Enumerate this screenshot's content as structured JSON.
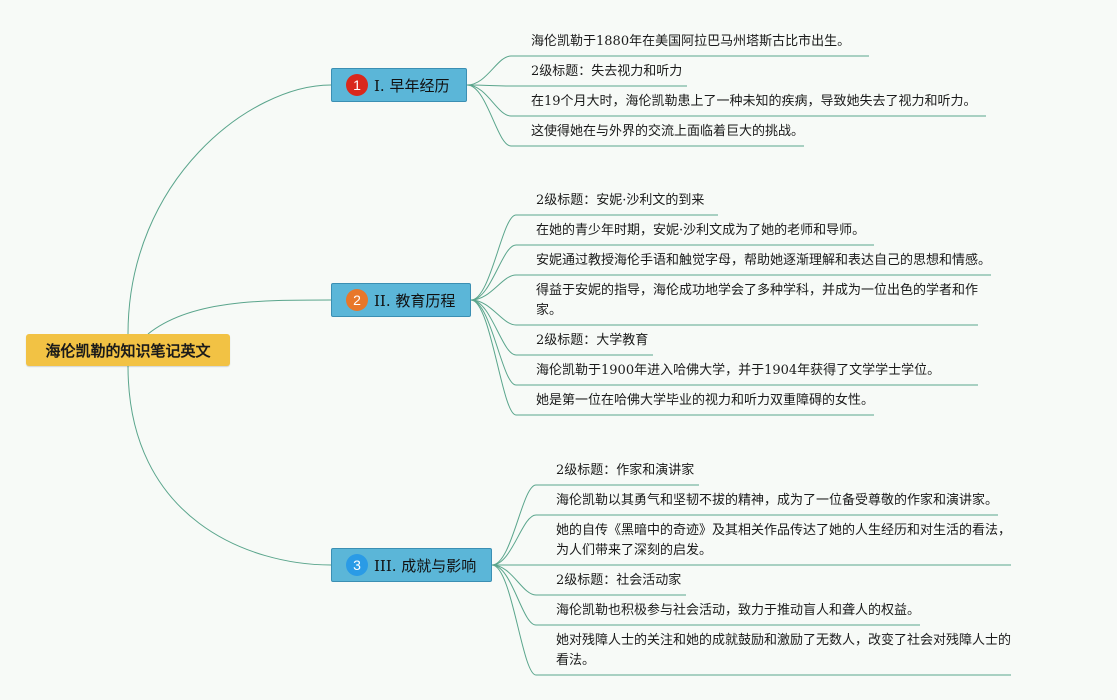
{
  "root": {
    "title": "海伦凯勒的知识笔记英文",
    "color": "#f2c244"
  },
  "line_color": "#5aa58c",
  "branches": [
    {
      "badge": "1",
      "badge_color": "#d9281c",
      "label": "I. 早年经历",
      "leaves": [
        "海伦凯勒于1880年在美国阿拉巴马州塔斯古比市出生。",
        "2级标题：失去视力和听力",
        "在19个月大时，海伦凯勒患上了一种未知的疾病，导致她失去了视力和听力。",
        "这使得她在与外界的交流上面临着巨大的挑战。"
      ]
    },
    {
      "badge": "2",
      "badge_color": "#e8772a",
      "label": "II. 教育历程",
      "leaves": [
        "2级标题：安妮·沙利文的到来",
        "在她的青少年时期，安妮·沙利文成为了她的老师和导师。",
        "安妮通过教授海伦手语和触觉字母，帮助她逐渐理解和表达自己的思想和情感。",
        "得益于安妮的指导，海伦成功地学会了多种学科，并成为一位出色的学者和作\n家。",
        "2级标题：大学教育",
        "海伦凯勒于1900年进入哈佛大学，并于1904年获得了文学学士学位。",
        "她是第一位在哈佛大学毕业的视力和听力双重障碍的女性。"
      ]
    },
    {
      "badge": "3",
      "badge_color": "#2a9be6",
      "label": "III. 成就与影响",
      "leaves": [
        "2级标题：作家和演讲家",
        "海伦凯勒以其勇气和坚韧不拔的精神，成为了一位备受尊敬的作家和演讲家。",
        "她的自传《黑暗中的奇迹》及其相关作品传达了她的人生经历和对生活的看法，\n为人们带来了深刻的启发。",
        "2级标题：社会活动家",
        "海伦凯勒也积极参与社会活动，致力于推动盲人和聋人的权益。",
        "她对残障人士的关注和她的成就鼓励和激励了无数人，改变了社会对残障人士的\n看法。"
      ]
    }
  ]
}
